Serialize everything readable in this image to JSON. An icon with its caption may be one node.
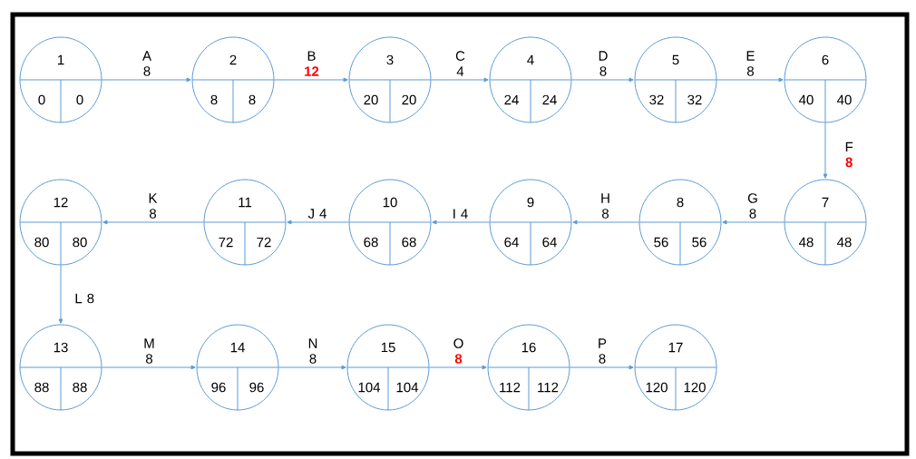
{
  "diagram": {
    "nodes": [
      {
        "text": [
          "1",
          "0",
          "0"
        ]
      },
      {
        "text": [
          "2",
          "8",
          "8"
        ]
      },
      {
        "text": [
          "3",
          "20",
          "20"
        ]
      },
      {
        "text": [
          "4",
          "24",
          "24"
        ]
      },
      {
        "text": [
          "5",
          "32",
          "32"
        ]
      },
      {
        "text": [
          "6",
          "40",
          "40"
        ]
      },
      {
        "text": [
          "7",
          "48",
          "48"
        ]
      },
      {
        "text": [
          "8",
          "56",
          "56"
        ]
      },
      {
        "text": [
          "9",
          "64",
          "64"
        ]
      },
      {
        "text": [
          "10",
          "68",
          "68"
        ]
      },
      {
        "text": [
          "11",
          "72",
          "72"
        ]
      },
      {
        "text": [
          "12",
          "80",
          "80"
        ]
      },
      {
        "text": [
          "13",
          "88",
          "88"
        ]
      },
      {
        "text": [
          "14",
          "96",
          "96"
        ]
      },
      {
        "text": [
          "15",
          "104",
          "104"
        ]
      },
      {
        "text": [
          "16",
          "112",
          "112"
        ]
      },
      {
        "text": [
          "17",
          "120",
          "120"
        ]
      }
    ],
    "edges": [
      {
        "from": 0,
        "to": 1,
        "arrow": "to",
        "label": "A 8"
      },
      {
        "from": 1,
        "to": 2,
        "arrow": "to",
        "label": "B **12**"
      },
      {
        "from": 2,
        "to": 3,
        "arrow": "to",
        "label": "C 4"
      },
      {
        "from": 3,
        "to": 4,
        "arrow": "to",
        "label": "D 8"
      },
      {
        "from": 4,
        "to": 5,
        "arrow": "to",
        "label": "E 8"
      },
      {
        "from": 5,
        "to": 6,
        "arrow": "to",
        "label": "F **8**"
      },
      {
        "from": 6,
        "to": 7,
        "arrow": "to",
        "label": "G 8"
      },
      {
        "from": 7,
        "to": 8,
        "arrow": "to",
        "label": "H 8"
      },
      {
        "from": 8,
        "to": 9,
        "arrow": "to",
        "label": "I 4"
      },
      {
        "from": 9,
        "to": 10,
        "arrow": "to",
        "label": "J 4"
      },
      {
        "from": 10,
        "to": 11,
        "arrow": "to",
        "label": "K 8"
      },
      {
        "from": 11,
        "to": 12,
        "arrow": "to",
        "label": "L 8"
      },
      {
        "from": 12,
        "to": 13,
        "arrow": "to",
        "label": "M 8"
      },
      {
        "from": 13,
        "to": 14,
        "arrow": "to",
        "label": "N 8"
      },
      {
        "from": 14,
        "to": 15,
        "arrow": "to",
        "label": "O **8**"
      },
      {
        "from": 15,
        "to": 16,
        "arrow": "to",
        "label": "P 8"
      }
    ]
  }
}
